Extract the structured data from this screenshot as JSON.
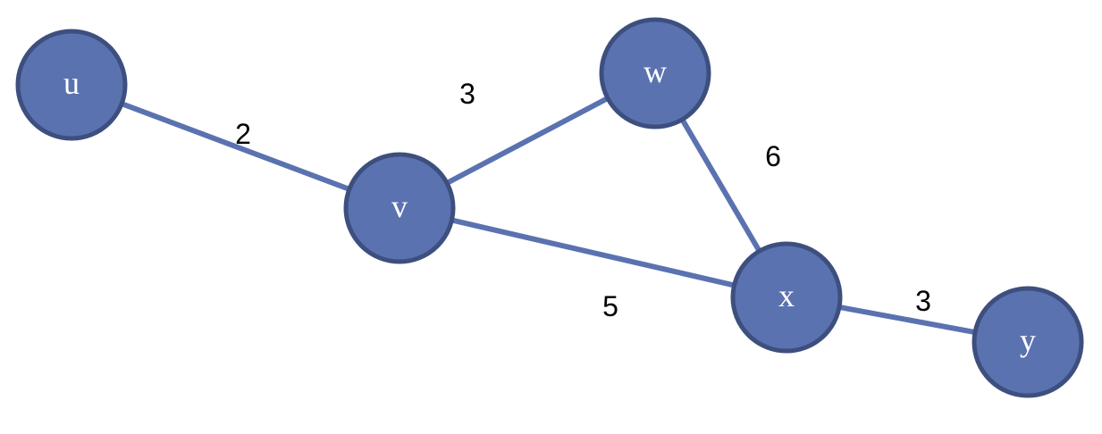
{
  "colors": {
    "node_fill": "#5b72b0",
    "node_stroke": "#3d4f7e",
    "edge": "#5b72b0",
    "node_text": "#ffffff",
    "weight_text": "#000000",
    "background": "#ffffff"
  },
  "nodes": [
    {
      "id": "u",
      "label": "u"
    },
    {
      "id": "v",
      "label": "v"
    },
    {
      "id": "w",
      "label": "w"
    },
    {
      "id": "x",
      "label": "x"
    },
    {
      "id": "y",
      "label": "y"
    }
  ],
  "edges": [
    {
      "from": "u",
      "to": "v",
      "weight": "2"
    },
    {
      "from": "v",
      "to": "w",
      "weight": "3"
    },
    {
      "from": "w",
      "to": "x",
      "weight": "6"
    },
    {
      "from": "v",
      "to": "x",
      "weight": "5"
    },
    {
      "from": "x",
      "to": "y",
      "weight": "3"
    }
  ]
}
